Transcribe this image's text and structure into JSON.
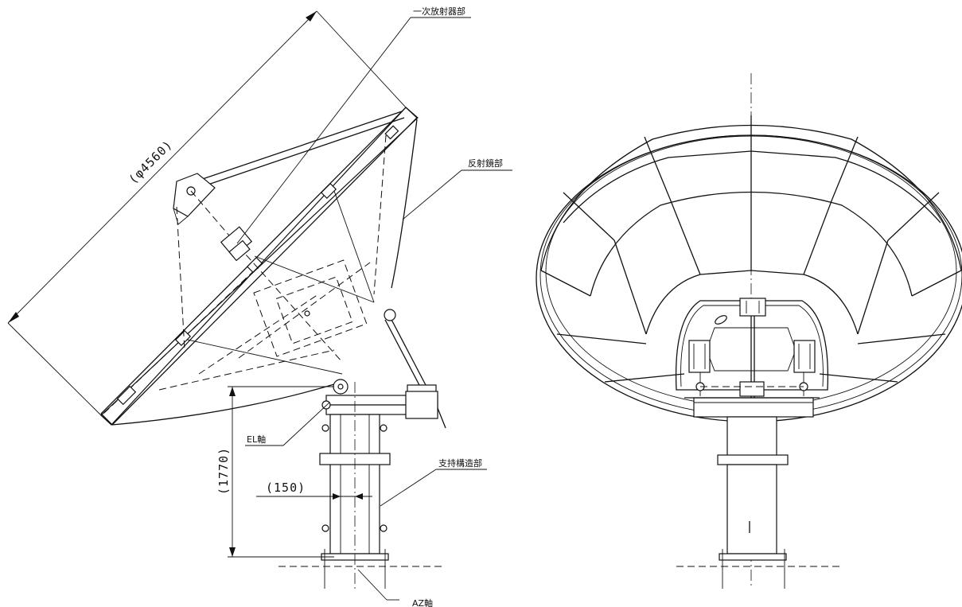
{
  "labels": {
    "primary_radiator": "一次放射器部",
    "reflector": "反射鏡部",
    "el_axis": "EL軸",
    "support_structure": "支持構造部",
    "az_axis": "AZ軸"
  },
  "dimensions": {
    "diameter": "(φ4560)",
    "height": "(1770)",
    "offset": "(150)"
  }
}
